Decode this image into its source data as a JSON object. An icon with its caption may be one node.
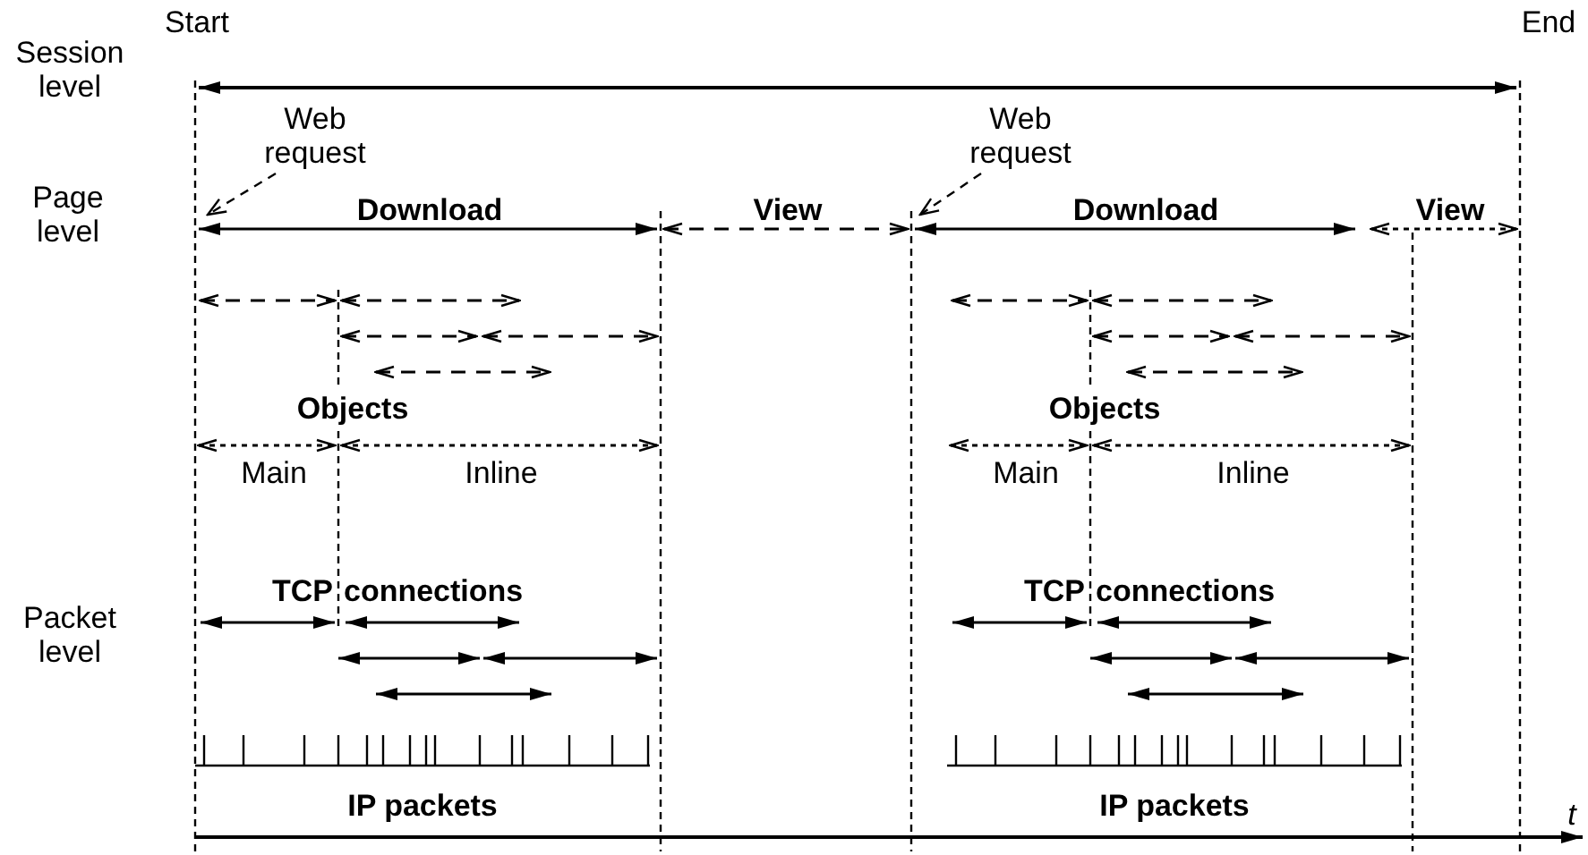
{
  "diagram": {
    "nodes": [
      {
        "text": [
          "Web request"
        ]
      },
      {
        "text": [
          "Web request"
        ]
      }
    ],
    "edges": [
      {
        "from": 0,
        "to": null,
        "arrow": "to",
        "style": "dashed"
      },
      {
        "from": 1,
        "to": null,
        "arrow": "to",
        "style": "dashed"
      }
    ],
    "labels": [
      "Start",
      "End",
      "Session level",
      "Page level",
      "Download",
      "View",
      "Download",
      "View",
      "Objects",
      "Objects",
      "Main",
      "Inline",
      "Main",
      "Inline",
      "TCP",
      "connections",
      "TCP",
      "connections",
      "Packet level",
      "IP packets",
      "IP packets",
      "t"
    ]
  }
}
